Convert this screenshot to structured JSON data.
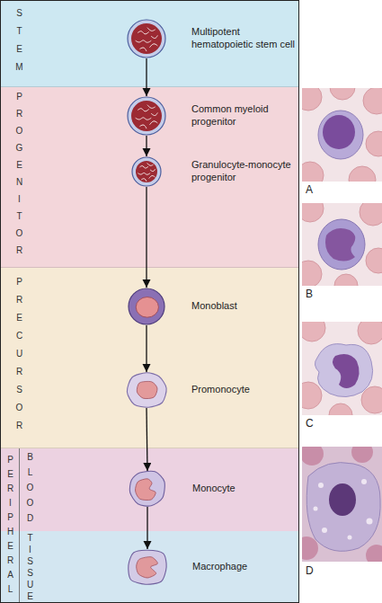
{
  "diagram": {
    "nodes": [
      {
        "text": [
          "STEM"
        ]
      },
      {
        "text": [
          "PROGENITOR"
        ]
      },
      {
        "text": [
          "PRECURSOR"
        ]
      },
      {
        "text": [
          "PERIPHERAL"
        ]
      },
      {
        "text": [
          "BLOOD"
        ],
        "in": 3
      },
      {
        "text": [
          "TISSUE"
        ],
        "in": 3
      },
      {
        "text": [
          "Multipotent hematopoietic stem cell"
        ],
        "in": 0
      },
      {
        "text": [
          "Common myeloid progenitor"
        ],
        "in": 1
      },
      {
        "text": [
          "Granulocyte-monocyte progenitor"
        ],
        "in": 1
      },
      {
        "text": [
          "Monoblast"
        ],
        "in": 2
      },
      {
        "text": [
          "Promonocyte"
        ],
        "in": 2
      },
      {
        "text": [
          "Monocyte"
        ],
        "in": 4
      },
      {
        "text": [
          "Macrophage"
        ],
        "in": 5
      }
    ],
    "edges": [
      {
        "from": 6,
        "to": 7,
        "arrow": "to"
      },
      {
        "from": 7,
        "to": 8,
        "arrow": "to"
      },
      {
        "from": 8,
        "to": 9,
        "arrow": "to"
      },
      {
        "from": 9,
        "to": 10,
        "arrow": "to"
      },
      {
        "from": 10,
        "to": 11,
        "arrow": "to"
      },
      {
        "from": 11,
        "to": 12,
        "arrow": "to"
      }
    ],
    "labels": [
      "A",
      "B",
      "C",
      "D"
    ]
  }
}
